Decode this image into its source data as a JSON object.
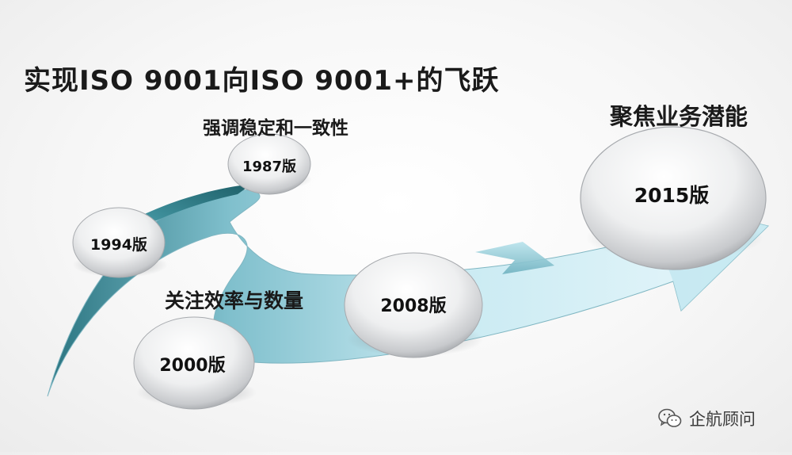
{
  "title": "实现ISO 9001向ISO 9001+的飞跃",
  "labels": {
    "stability": "强调稳定和一致性",
    "efficiency": "关注效率与数量",
    "business_potential": "聚焦业务潜能"
  },
  "versions": [
    "1987版",
    "1994版",
    "2000版",
    "2008版",
    "2015版"
  ],
  "watermark": {
    "text": "企航顾问",
    "icon": "wechat-icon"
  },
  "colors": {
    "arrow_light": "#d9f1f7",
    "arrow_mid": "#8cc7d4",
    "arrow_dark": "#2c7a86",
    "bubble_fill": "#e9eaeb",
    "bubble_shadow": "#8d9094",
    "title": "#1a1a1a"
  }
}
